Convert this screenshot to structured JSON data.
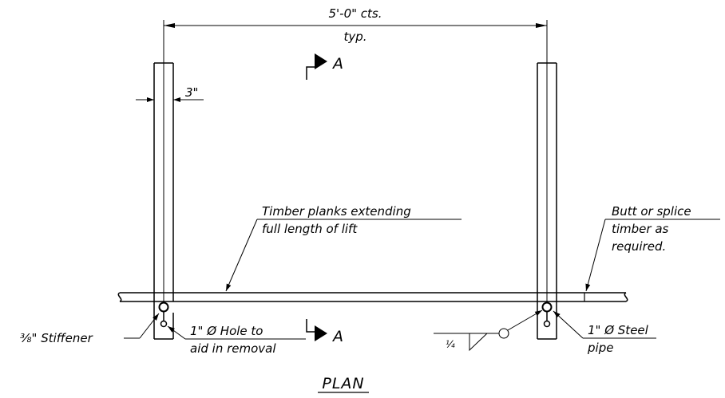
{
  "dimensions": {
    "spacing_line1": "5'-0\" cts.",
    "spacing_line2": "typ.",
    "member_width": "3\""
  },
  "section_marks": {
    "top": "A",
    "bottom": "A"
  },
  "notes": {
    "timber_line1": "Timber planks extending",
    "timber_line2": "full length of lift",
    "butt_line1": "Butt or splice",
    "butt_line2": "timber as",
    "butt_line3": "required.",
    "stiffener": "⅜\" Stiffener",
    "hole_line1": "1\" Ø Hole to",
    "hole_line2": "aid in removal",
    "pipe_line1": "1\" Ø Steel",
    "pipe_line2": "pipe",
    "weld_size": "¼"
  },
  "title": "PLAN",
  "colors": {
    "ink": "#000000",
    "background": "#ffffff"
  }
}
